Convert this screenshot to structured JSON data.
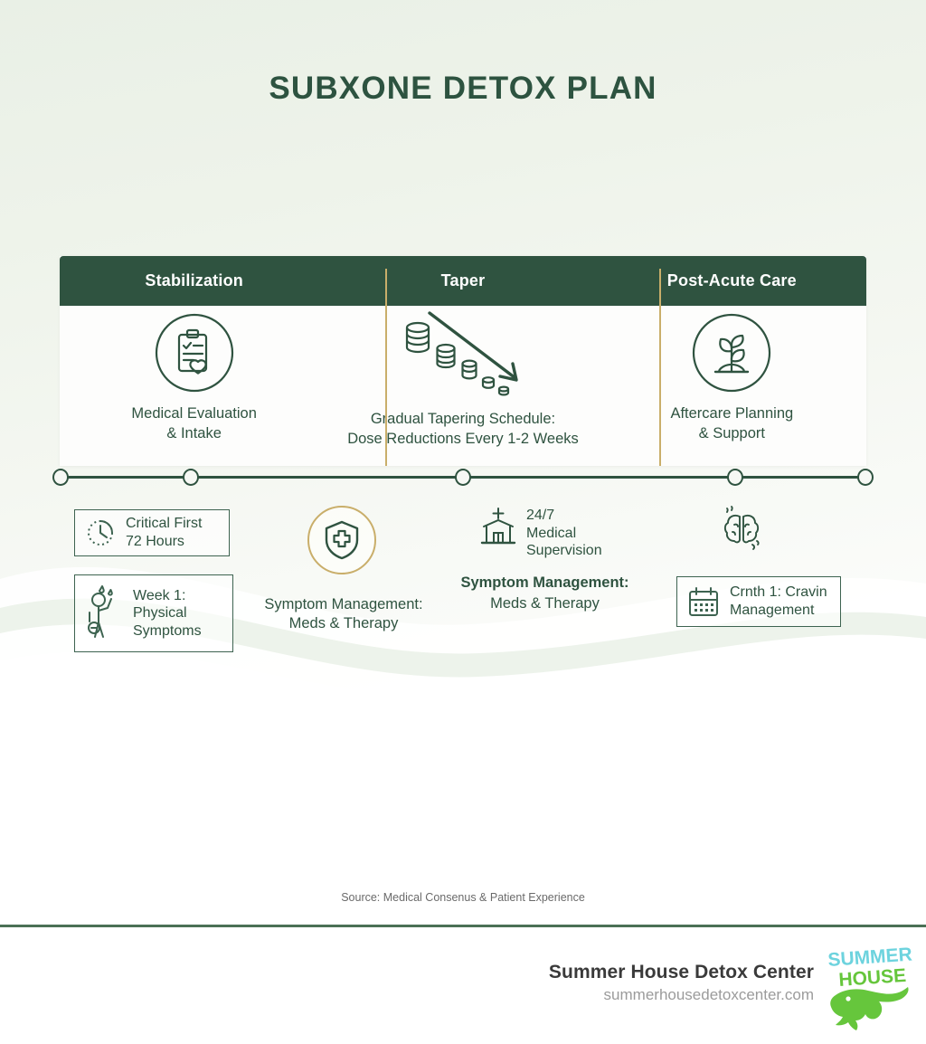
{
  "title": "SUBXONE DETOX PLAN",
  "colors": {
    "dark_green": "#2F5340",
    "gold": "#C9AE6A",
    "rule_green": "#4A7055",
    "bg_tint": "#E9F0E6",
    "logo_blue": "#6DD3DE",
    "logo_green": "#66C63C"
  },
  "phases": [
    {
      "header": "Stabilization",
      "icon": "clipboard-heart-icon",
      "caption": "Medical Evaluation\n& Intake"
    },
    {
      "header": "Taper",
      "icon": "descending-pills-arrow-icon",
      "caption": "Gradual Tapering Schedule:\nDose Reductions Every 1-2 Weeks"
    },
    {
      "header": "Post-Acute Care",
      "icon": "sprout-plant-icon",
      "caption": "Aftercare Planning\n& Support"
    }
  ],
  "timeline": {
    "node_count": 5
  },
  "callouts": [
    {
      "id": "critical-first-72-hours",
      "icon": "clock-icon",
      "text": "Critical First\n72 Hours"
    },
    {
      "id": "week-1-physical-symptoms",
      "icon": "sweating-person-icon",
      "text": "Week 1:\nPhysical\nSymptoms"
    },
    {
      "id": "month-1-cravings-management",
      "icon": "calendar-icon",
      "text": "Crnth 1: Cravin\nManagement"
    }
  ],
  "free_items": [
    {
      "id": "medical-supervision",
      "icon": "hospital-building-icon",
      "text": "24/7\nMedical\nSupervision"
    },
    {
      "id": "brain-cravings",
      "icon": "brain-icon",
      "text": ""
    }
  ],
  "badge": {
    "icon": "shield-cross-icon",
    "label": "Symptom Management:\nMeds & Therapy"
  },
  "center_label": {
    "bold_line": "Symptom Management:",
    "sub_line": "Meds & Therapy"
  },
  "source": "Source: Medical Consenus & Patient Experience",
  "footer": {
    "name": "Summer House Detox Center",
    "url": "summerhousedetoxcenter.com",
    "logo_top": "SUMMER",
    "logo_bottom": "HOUSE"
  }
}
